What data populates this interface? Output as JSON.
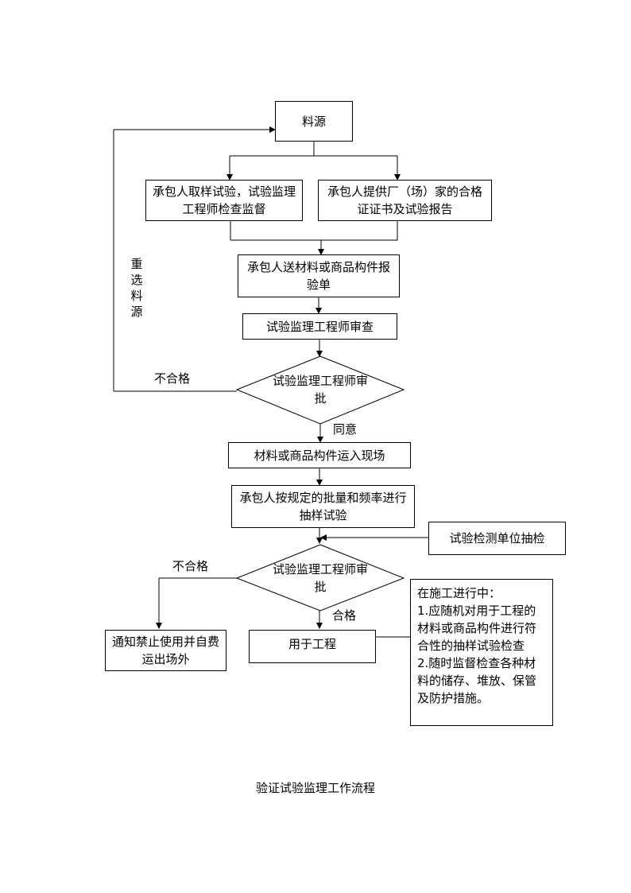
{
  "nodes": {
    "source": "料源",
    "contractor_sample": "承包人取样试验，试验监理工程师检查监督",
    "manufacturer_cert": "承包人提供厂（场）家的合格证证书及试验报告",
    "submit_report": "承包人送材料或商品构件报验单",
    "engineer_review": "试验监理工程师审查",
    "approval_1": "试验监理工程师审批",
    "transport": "材料或商品构件运入现场",
    "sampling_test": "承包人按规定的批量和频率进行抽样试验",
    "inspection_unit": "试验检测单位抽检",
    "approval_2": "试验监理工程师审批",
    "reject_notice": "通知禁止使用并自费运出场外",
    "use_in_project": "用于工程"
  },
  "labels": {
    "reselect_source": "重选料源",
    "fail_1": "不合格",
    "agree": "同意",
    "fail_2": "不合格",
    "pass": "合格"
  },
  "note": {
    "title": "在施工进行中：",
    "lines": [
      "1.应随机对用于工程的",
      "材料或商品构件进行符",
      "合性的抽样试验检查",
      "2.随时监督检查各种材",
      "料的储存、堆放、保管",
      "及防护措施。"
    ]
  },
  "caption": "验证试验监理工作流程"
}
